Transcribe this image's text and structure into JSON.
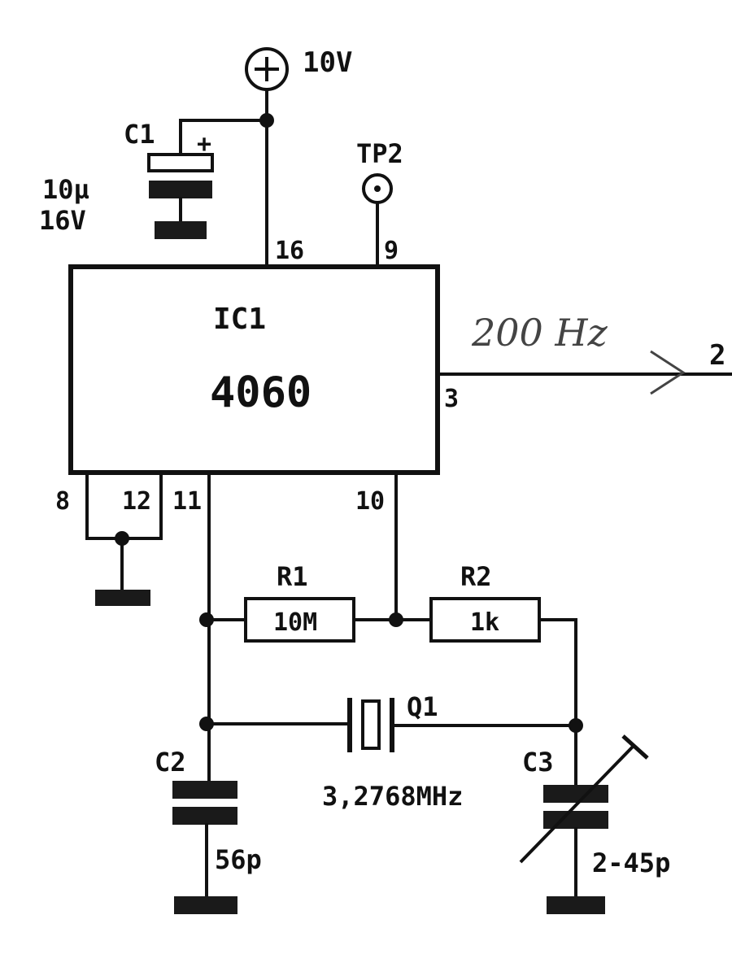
{
  "supply": {
    "symbol": "+",
    "voltage": "10V"
  },
  "c1": {
    "ref": "C1",
    "polarity": "+",
    "value": "10µ",
    "rating": "16V"
  },
  "tp2": {
    "label": "TP2"
  },
  "ic1": {
    "ref": "IC1",
    "part": "4060",
    "pins": {
      "p16": "16",
      "p9": "9",
      "p3": "3",
      "p8": "8",
      "p12": "12",
      "p11": "11",
      "p10": "10"
    }
  },
  "output": {
    "frequency_note": "200 Hz",
    "destination": "2"
  },
  "r1": {
    "ref": "R1",
    "value": "10M"
  },
  "r2": {
    "ref": "R2",
    "value": "1k"
  },
  "q1": {
    "ref": "Q1",
    "frequency": "3,2768MHz"
  },
  "c2": {
    "ref": "C2",
    "value": "56p"
  },
  "c3": {
    "ref": "C3",
    "value": "2-45p"
  }
}
